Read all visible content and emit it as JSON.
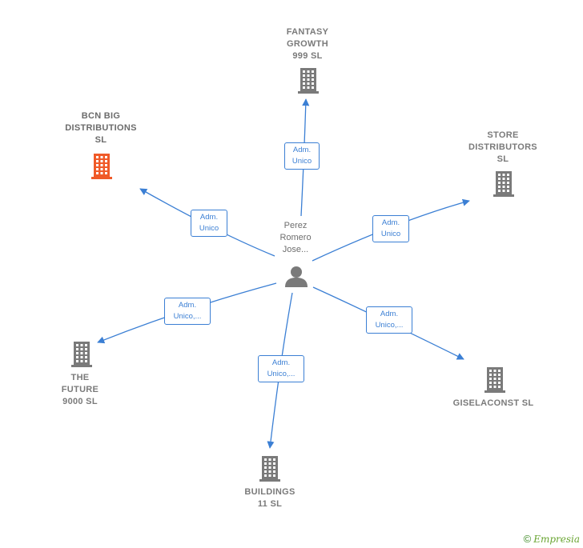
{
  "center": {
    "lines": [
      "Perez",
      "Romero",
      "Jose..."
    ]
  },
  "nodes": [
    {
      "id": "fantasy",
      "lines": [
        "FANTASY",
        "GROWTH",
        "999  SL"
      ],
      "highlight": false
    },
    {
      "id": "bcn",
      "lines": [
        "BCN BIG",
        "DISTRIBUTIONS",
        "SL"
      ],
      "highlight": true
    },
    {
      "id": "store",
      "lines": [
        "STORE",
        "DISTRIBUTORS",
        "SL"
      ],
      "highlight": false
    },
    {
      "id": "future",
      "lines": [
        "THE",
        "FUTURE",
        "9000  SL"
      ],
      "highlight": false
    },
    {
      "id": "gisela",
      "lines": [
        "GISELACONST SL"
      ],
      "highlight": false
    },
    {
      "id": "buildings",
      "lines": [
        "BUILDINGS",
        "11  SL"
      ],
      "highlight": false
    }
  ],
  "edges": [
    {
      "to": "fantasy",
      "lines": [
        "Adm.",
        "Unico"
      ]
    },
    {
      "to": "bcn",
      "lines": [
        "Adm.",
        "Unico"
      ]
    },
    {
      "to": "store",
      "lines": [
        "Adm.",
        "Unico"
      ]
    },
    {
      "to": "future",
      "lines": [
        "Adm.",
        "Unico,..."
      ]
    },
    {
      "to": "gisela",
      "lines": [
        "Adm.",
        "Unico,..."
      ]
    },
    {
      "to": "buildings",
      "lines": [
        "Adm.",
        "Unico,..."
      ]
    }
  ],
  "colors": {
    "edge": "#3b7fd4",
    "building": "#7a7a7a",
    "building_highlight": "#f05a28",
    "person": "#7a7a7a"
  },
  "footer": {
    "copyright_symbol": "©",
    "brand": "Empresia"
  }
}
